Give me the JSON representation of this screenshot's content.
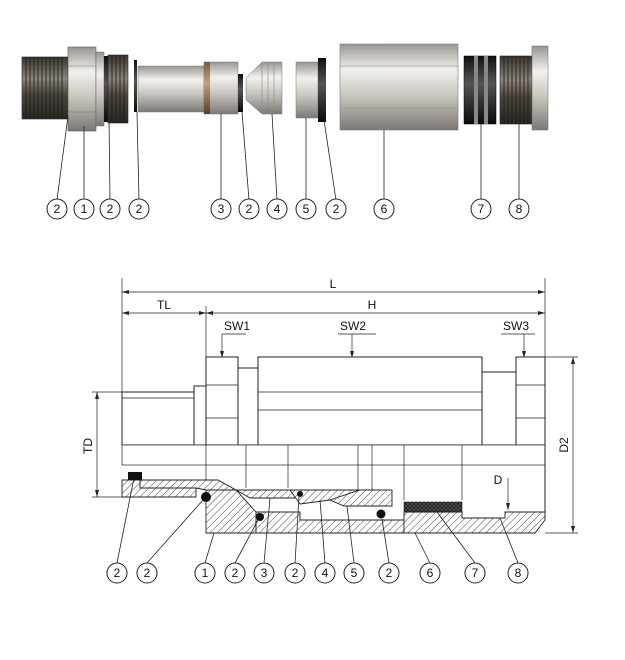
{
  "exploded_view": {
    "callouts": [
      "2",
      "1",
      "2",
      "2",
      "3",
      "2",
      "4",
      "5",
      "2",
      "6",
      "7",
      "8"
    ]
  },
  "section_view": {
    "dimensions": {
      "L": "L",
      "H": "H",
      "TL": "TL",
      "SW1": "SW1",
      "SW2": "SW2",
      "SW3": "SW3",
      "TD": "TD",
      "D2": "D2",
      "D": "D"
    },
    "callouts": [
      "2",
      "2",
      "1",
      "2",
      "3",
      "2",
      "4",
      "5",
      "2",
      "6",
      "7",
      "8"
    ]
  }
}
